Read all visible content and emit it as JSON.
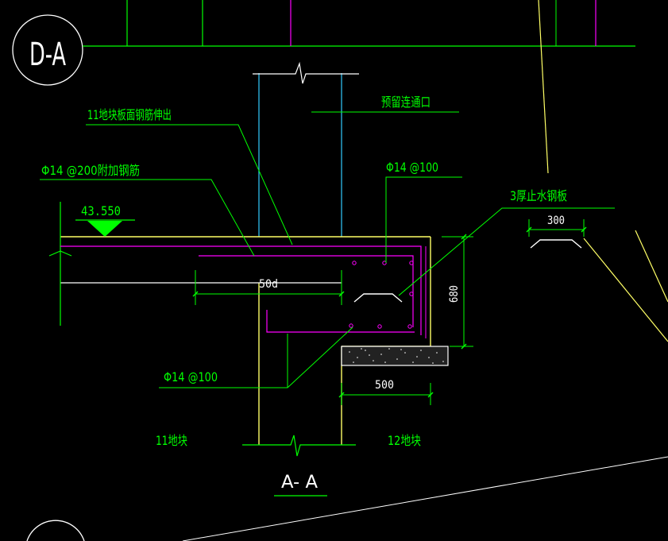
{
  "drawing": {
    "view_tag": "D-A",
    "section_title": "A- A",
    "elevation": "43.550"
  },
  "annotations": {
    "rebar_extend": "11地块板面钢筋伸出",
    "reserved_access": "预留连通口",
    "extra_rebar": "Φ14 @200附加钢筋",
    "rebar_top": "Φ14 @100",
    "rebar_bottom": "Φ14 @100",
    "waterstop": "3厚止水钢板",
    "plot_11": "11地块",
    "plot_12": "12地块"
  },
  "dimensions": {
    "anchor_length": "50d",
    "plate_width": "300",
    "beam_height": "680",
    "ledge_width": "500"
  },
  "colors": {
    "background": "#000000",
    "annotation": "#00ff00",
    "leader": "#00ff00",
    "concrete": "#ffff66",
    "rebar": "#ff00ff",
    "column": "#33ccff",
    "dimension": "#ffffff",
    "elevation_marker": "#00ff00",
    "hatch_fill": "#ffffff"
  }
}
